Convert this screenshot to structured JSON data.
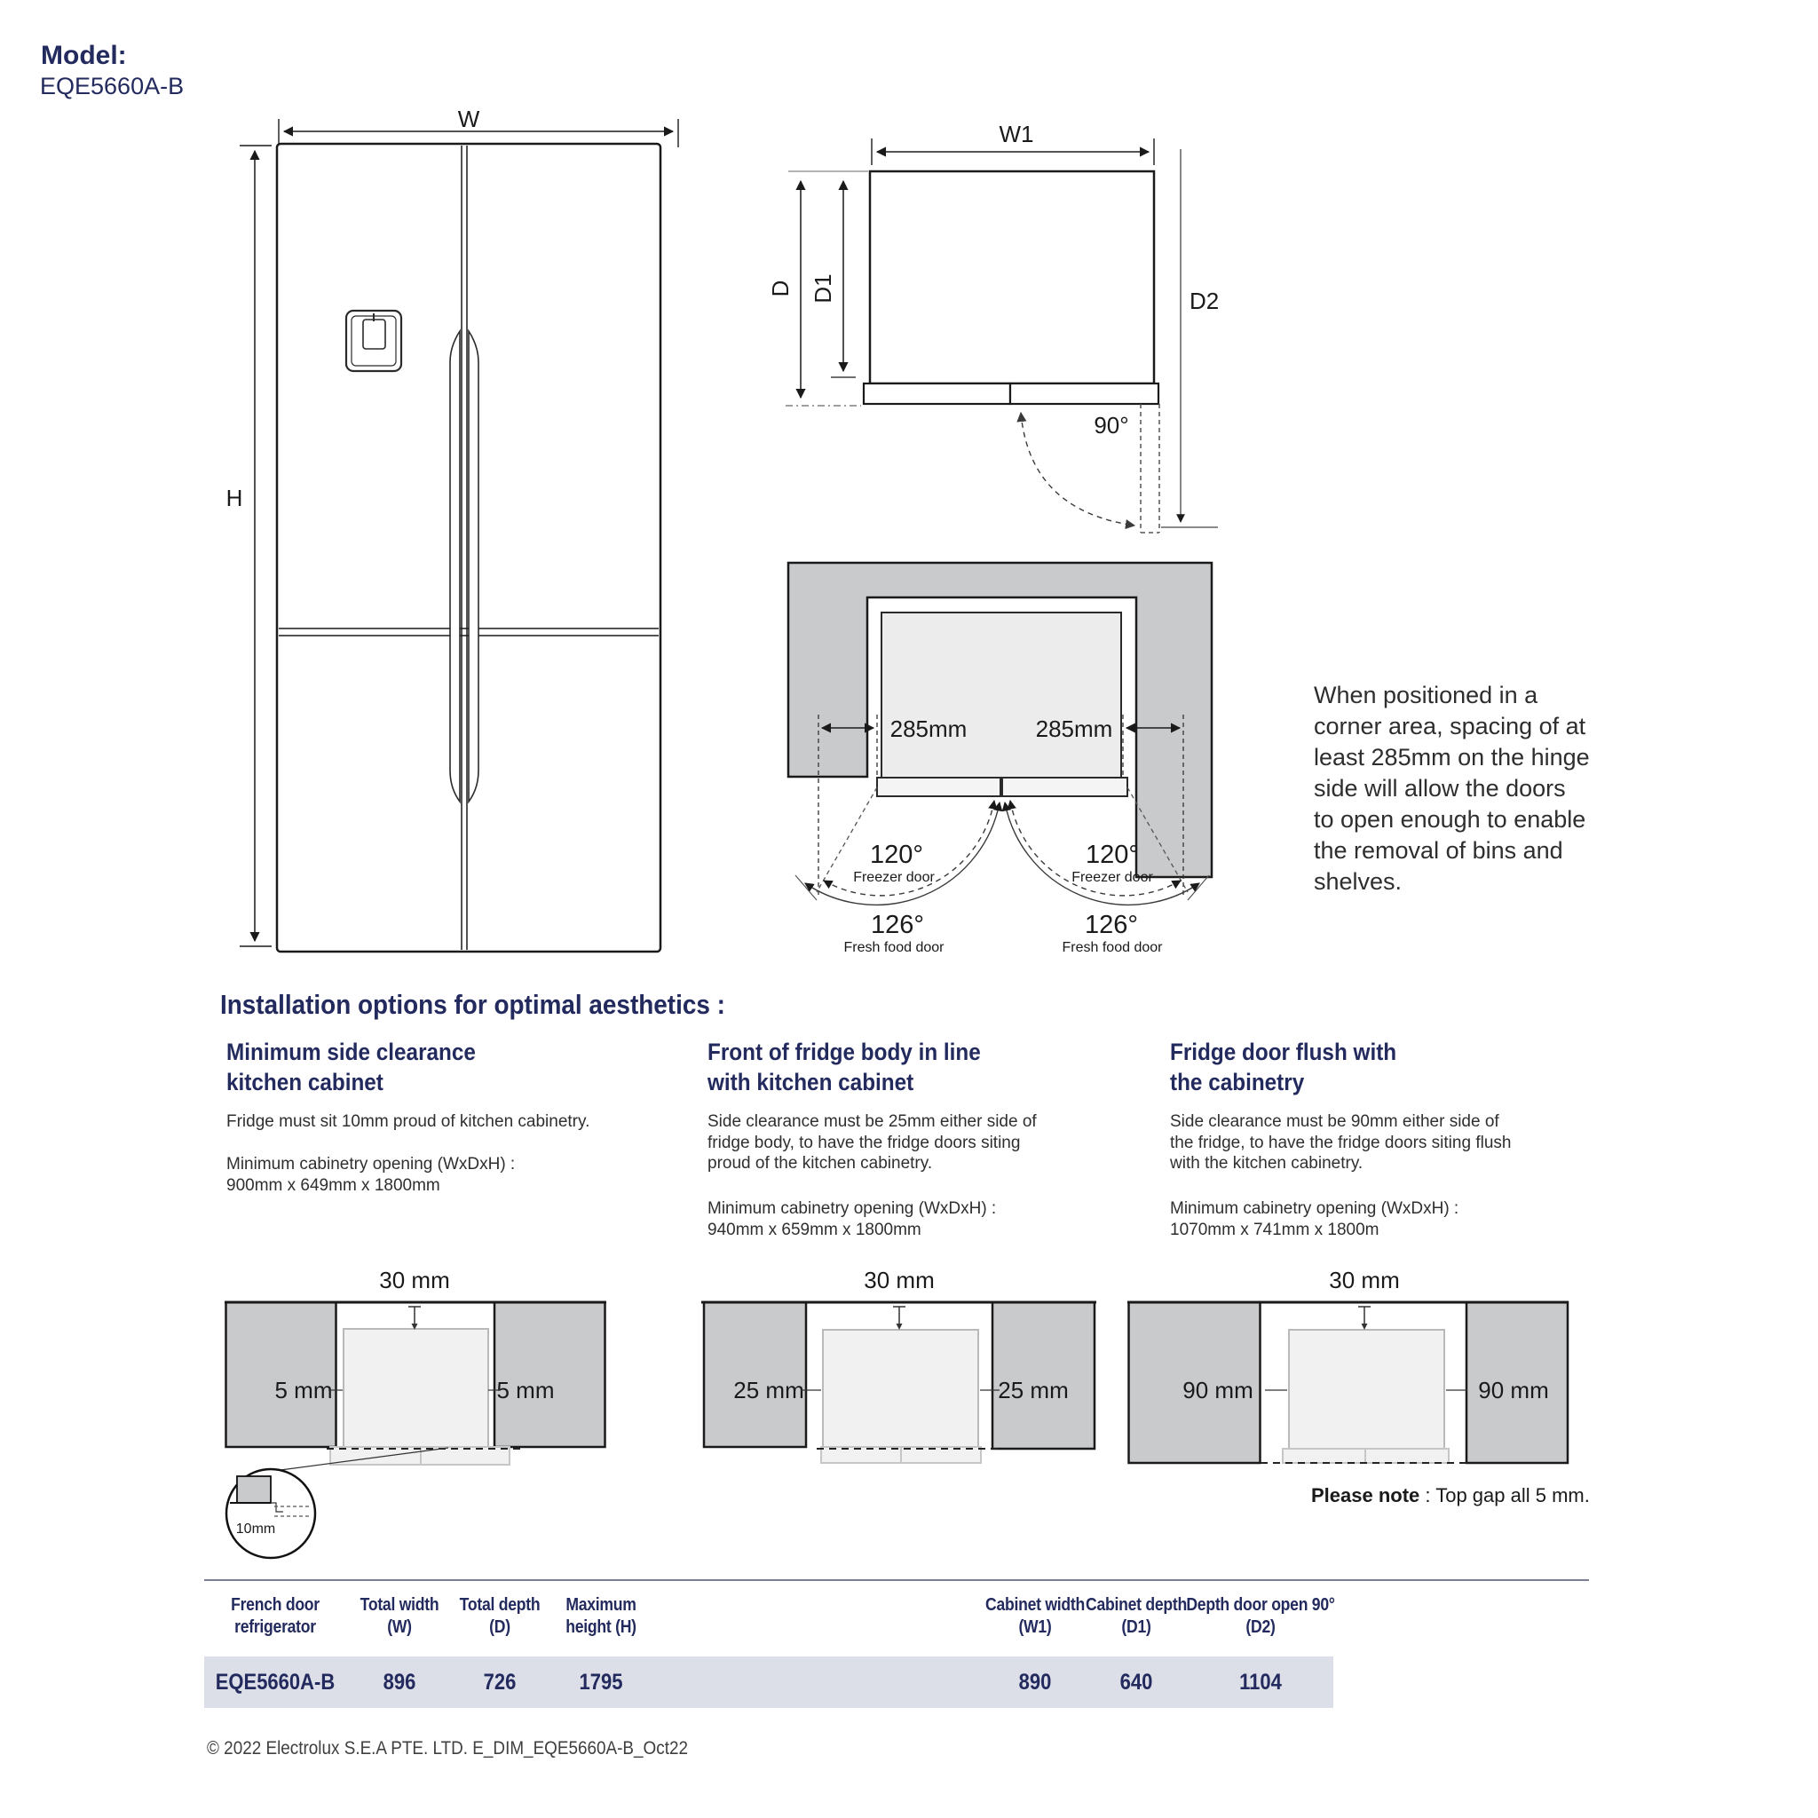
{
  "colors": {
    "navy": "#232a5e",
    "body_text": "#2e2e2e",
    "cabinet_gray": "#c9cacc",
    "fridge_fill": "#f0f0f1",
    "table_row_bg": "#dcdee8"
  },
  "header": {
    "model_label": "Model:",
    "model_value": "EQE5660A-B"
  },
  "front_view": {
    "width_label": "W",
    "height_label": "H"
  },
  "top_view": {
    "width_label": "W1",
    "depth_label": "D",
    "depth1_label": "D1",
    "depth2_label": "D2",
    "door_angle": "90°"
  },
  "corner_view": {
    "spacing_left": "285mm",
    "spacing_right": "285mm",
    "freezer_angle_left": "120°",
    "freezer_door_left": "Freezer door",
    "fresh_angle_left": "126°",
    "fresh_door_left": "Fresh food door",
    "freezer_angle_right": "120°",
    "freezer_door_right": "Freezer door",
    "fresh_angle_right": "126°",
    "fresh_door_right": "Fresh food door",
    "note": "When positioned in a\ncorner area, spacing of at\nleast 285mm on the hinge\nside will allow the doors\nto open enough to enable\nthe removal of bins and\nshelves."
  },
  "installation": {
    "heading": "Installation options for optimal aesthetics :",
    "columns": [
      {
        "title": "Minimum side clearance\nkitchen cabinet",
        "body": "Fridge must sit 10mm proud of kitchen cabinetry.",
        "opening": "Minimum cabinetry opening (WxDxH) :\n900mm x 649mm x 1800mm",
        "top_gap": "30 mm",
        "side_left": "5 mm",
        "side_right": "5 mm",
        "detail": "10mm"
      },
      {
        "title": "Front of fridge body in line\nwith kitchen cabinet",
        "body": "Side clearance must be 25mm either side of\nfridge body, to have the fridge doors siting\nproud of the kitchen cabinetry.",
        "opening": "Minimum cabinetry opening (WxDxH) :\n940mm x 659mm x 1800mm",
        "top_gap": "30 mm",
        "side_left": "25 mm",
        "side_right": "25 mm"
      },
      {
        "title": "Fridge door flush with\nthe cabinetry",
        "body": "Side clearance must be 90mm either side of\nthe fridge, to have the fridge doors siting flush\nwith the kitchen cabinetry.",
        "opening": "Minimum cabinetry opening (WxDxH) :\n1070mm x 741mm x 1800m",
        "top_gap": "30 mm",
        "side_left": "90 mm",
        "side_right": "90 mm"
      }
    ],
    "please_note_bold": "Please note",
    "please_note_rest": " : Top gap all 5 mm."
  },
  "table": {
    "headers": [
      "French door\nrefrigerator",
      "Total width\n(W)",
      "Total depth\n(D)",
      "Maximum\nheight (H)",
      "Cabinet width\n(W1)",
      "Cabinet depth\n(D1)",
      "Depth door open 90°\n(D2)"
    ],
    "row": [
      "EQE5660A-B",
      "896",
      "726",
      "1795",
      "890",
      "640",
      "1104"
    ]
  },
  "footer": "© 2022 Electrolux S.E.A PTE. LTD.  E_DIM_EQE5660A-B_Oct22"
}
